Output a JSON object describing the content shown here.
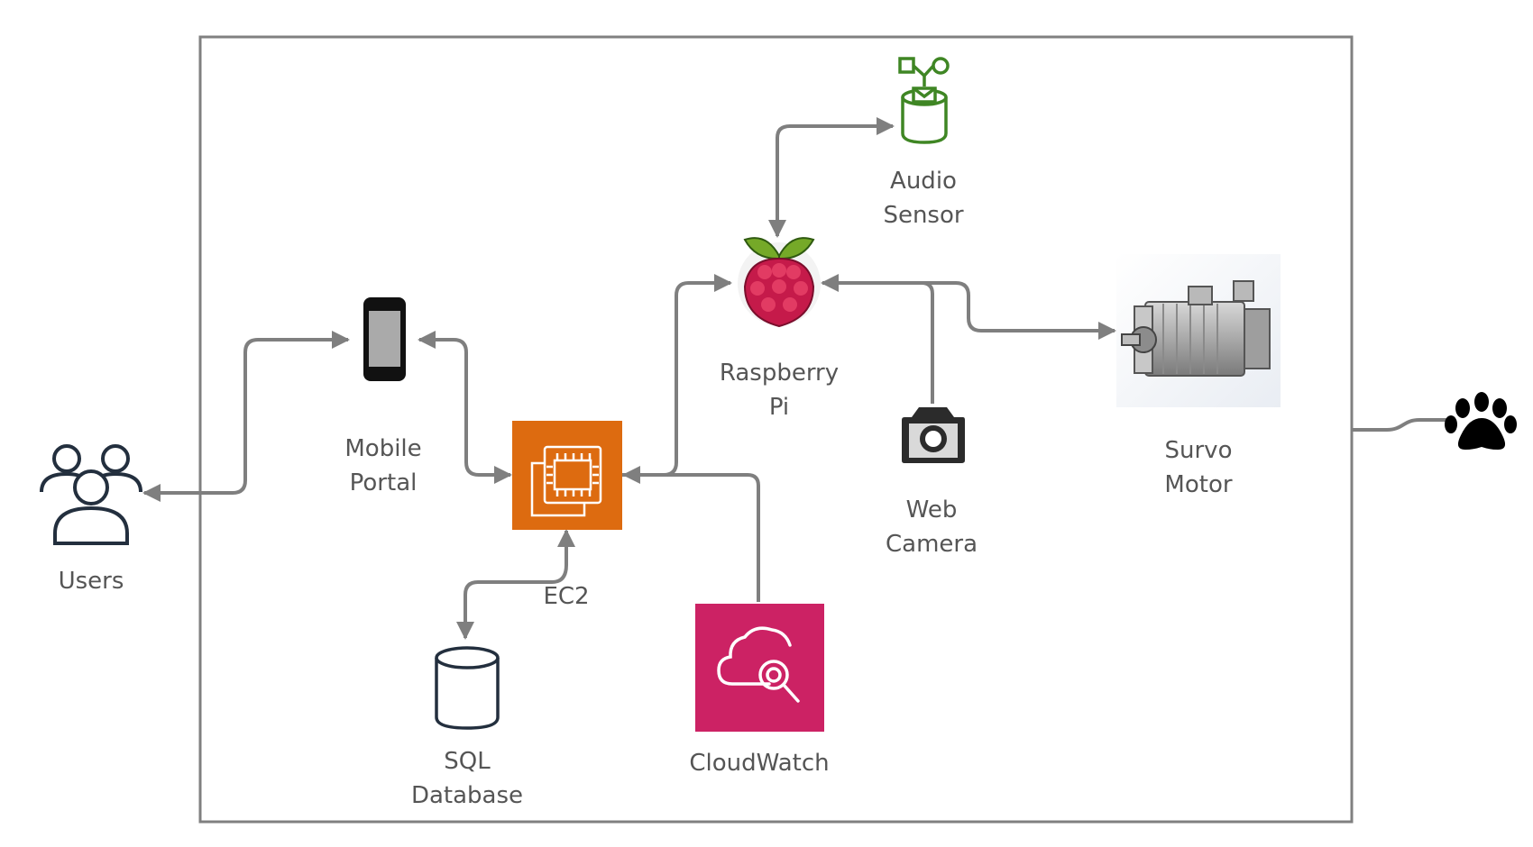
{
  "nodes": {
    "users": {
      "label": "Users",
      "icon": "users-icon"
    },
    "mobile_portal": {
      "label_lines": [
        "Mobile",
        "Portal"
      ],
      "icon": "mobile-phone-icon"
    },
    "ec2": {
      "label": "EC2",
      "icon": "ec2-instance-icon",
      "color": "#dd6b10"
    },
    "sql_database": {
      "label_lines": [
        "SQL",
        "Database"
      ],
      "icon": "database-cylinder-icon"
    },
    "cloudwatch": {
      "label": "CloudWatch",
      "icon": "cloudwatch-icon",
      "color": "#cc2264"
    },
    "raspberry_pi": {
      "label_lines": [
        "Raspberry",
        "Pi"
      ],
      "icon": "raspberry-pi-icon"
    },
    "audio_sensor": {
      "label_lines": [
        "Audio",
        "Sensor"
      ],
      "icon": "audio-sensor-icon",
      "color": "#3f8624"
    },
    "web_camera": {
      "label_lines": [
        "Web",
        "Camera"
      ],
      "icon": "camera-icon"
    },
    "servo_motor": {
      "label_lines": [
        "Survo",
        "Motor"
      ],
      "icon": "servo-motor-icon"
    },
    "pet": {
      "icon": "paw-icon"
    }
  },
  "connections": [
    {
      "from": "users",
      "to": "mobile_portal",
      "bidirectional": true
    },
    {
      "from": "mobile_portal",
      "to": "ec2",
      "bidirectional": true
    },
    {
      "from": "ec2",
      "to": "sql_database",
      "bidirectional": true
    },
    {
      "from": "cloudwatch",
      "to": "ec2",
      "bidirectional": false
    },
    {
      "from": "ec2",
      "to": "raspberry_pi",
      "bidirectional": false
    },
    {
      "from": "raspberry_pi",
      "to": "audio_sensor",
      "bidirectional": true
    },
    {
      "from": "web_camera",
      "to": "raspberry_pi",
      "bidirectional": false
    },
    {
      "from": "raspberry_pi",
      "to": "servo_motor",
      "bidirectional": false
    },
    {
      "from": "system_boundary",
      "to": "pet",
      "bidirectional": false
    }
  ],
  "colors": {
    "connector": "#7f7f7f",
    "boundary": "#808080",
    "label": "#555555",
    "icon_outline": "#232f3e"
  }
}
